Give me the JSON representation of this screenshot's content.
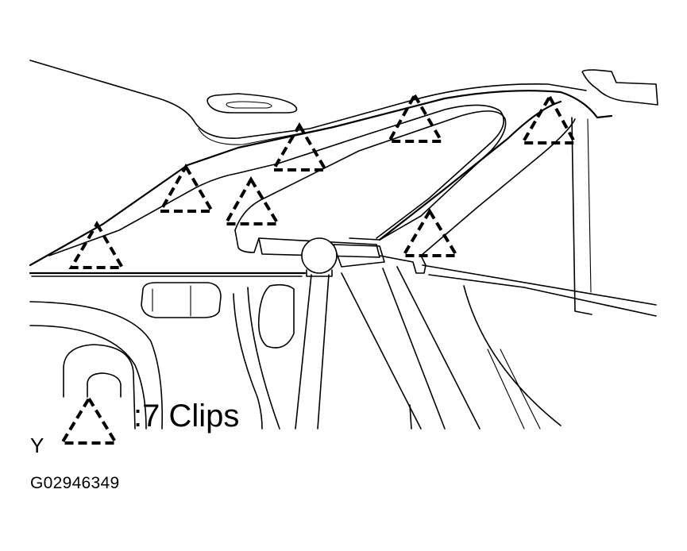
{
  "legend": {
    "label": ":7 Clips"
  },
  "view_letter": "Y",
  "figure_code": "G02946349",
  "clips": {
    "count": 7,
    "symbol": "dashed-triangle"
  }
}
